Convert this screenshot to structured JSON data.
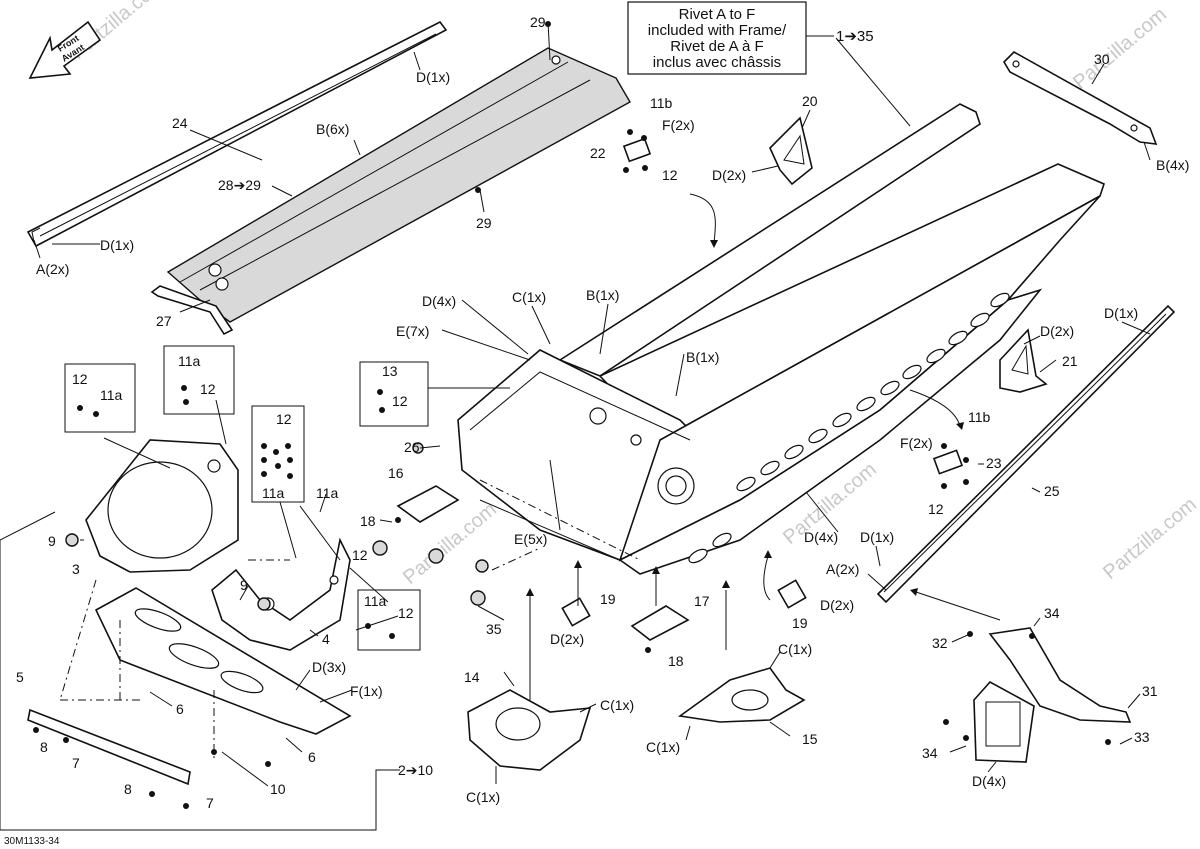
{
  "diagram": {
    "code": "30M1133-34",
    "watermark": "Partzilla.com",
    "front_arrow": {
      "line1": "Front",
      "line2": "Avant"
    },
    "note_box": {
      "lines": [
        "Rivet A to F",
        "included with Frame/",
        "Rivet de A à F",
        "inclus avec châssis"
      ],
      "ref": "1➔35"
    },
    "labels": {
      "l1": "29",
      "l2": "D(1x)",
      "l3": "24",
      "l4": "B(6x)",
      "l5": "28➔29",
      "l6": "29",
      "l7": "D(1x)",
      "l8": "A(2x)",
      "l9": "27",
      "l10": "30",
      "l11": "B(4x)",
      "l12": "20",
      "l13": "D(2x)",
      "l14": "11b",
      "l15": "F(2x)",
      "l16": "22",
      "l17": "12",
      "l18": "D(4x)",
      "l19": "C(1x)",
      "l20": "B(1x)",
      "l21": "E(7x)",
      "l22": "B(1x)",
      "l23": "D(1x)",
      "l24": "D(2x)",
      "l25": "21",
      "l26": "11b",
      "l27": "F(2x)",
      "l28": "23",
      "l29": "12",
      "l30": "25",
      "l31": "D(1x)",
      "l32": "A(2x)",
      "l33": "D(4x)",
      "l34": "E(5x)",
      "l35": "26",
      "l36": "16",
      "l37": "18",
      "l38": "35",
      "l39": "19",
      "l40": "D(2x)",
      "l41": "19",
      "l42": "D(2x)",
      "l43": "17",
      "l44": "18",
      "l45": "14",
      "l46": "C(1x)",
      "l47": "C(1x)",
      "l48": "C(1x)",
      "l49": "C(1x)",
      "l50": "15",
      "l51": "34",
      "l52": "32",
      "l53": "31",
      "l54": "34",
      "l55": "33",
      "l56": "D(4x)",
      "l57": "12",
      "l58": "11a",
      "l59": "11a",
      "l60": "12",
      "l61": "13",
      "l62": "12",
      "l63": "12",
      "l64": "11a",
      "l65": "11a",
      "l66": "9",
      "l67": "3",
      "l68": "9",
      "l69": "12",
      "l70": "4",
      "l71": "11a",
      "l72": "12",
      "l73": "D(3x)",
      "l74": "F(1x)",
      "l75": "5",
      "l76": "6",
      "l77": "8",
      "l78": "7",
      "l79": "6",
      "l80": "10",
      "l81": "8",
      "l82": "7",
      "l83": "2➔10"
    }
  }
}
